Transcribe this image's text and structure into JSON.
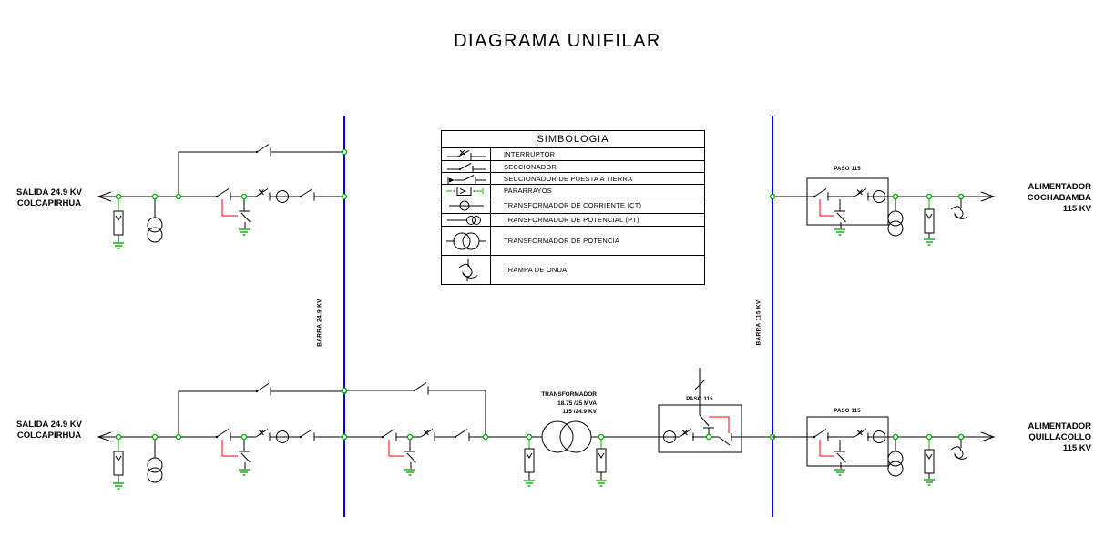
{
  "title": "DIAGRAMA UNIFILAR",
  "legend": {
    "title": "SIMBOLOGIA",
    "rows": [
      {
        "icon": "interruptor-icon",
        "label": "INTERRUPTOR"
      },
      {
        "icon": "seccionador-icon",
        "label": "SECCIONADOR"
      },
      {
        "icon": "seccionador-puesta-tierra-icon",
        "label": "SECCIONADOR DE PUESTA A TIERRA"
      },
      {
        "icon": "pararrayos-icon",
        "label": "PARARRAYOS"
      },
      {
        "icon": "transformador-corriente-icon",
        "label": "TRANSFORMADOR DE CORRIENTE  (CT)"
      },
      {
        "icon": "transformador-potencial-icon",
        "label": "TRANSFORMADOR DE POTENCIAL  (PT)"
      },
      {
        "icon": "transformador-potencia-icon",
        "label": "TRANSFORMADOR DE POTENCIA"
      },
      {
        "icon": "trampa-de-onda-icon",
        "label": "TRAMPA DE ONDA"
      }
    ]
  },
  "buses": {
    "left": {
      "label": "BARRA 24.9 KV"
    },
    "right": {
      "label": "BARRA 115 KV"
    }
  },
  "feeders": {
    "salida_top": {
      "line1": "SALIDA 24.9 KV",
      "line2": "COLCAPIRHUA"
    },
    "salida_bottom": {
      "line1": "SALIDA 24.9 KV",
      "line2": "COLCAPIRHUA"
    },
    "alimentador_top": {
      "line1": "ALIMENTADOR",
      "line2": "COCHABAMBA",
      "line3": "115 KV"
    },
    "alimentador_bottom": {
      "line1": "ALIMENTADOR",
      "line2": "QUILLACOLLO",
      "line3": "115 KV"
    }
  },
  "transformer": {
    "line1": "TRANSFORMADOR",
    "line2": "18.75 /25 MVA",
    "line3": "115 /24.9 KV"
  },
  "bays": {
    "paso_mid": "PASO 115",
    "paso_top_right": "PASO 115",
    "paso_bottom_right": "PASO 115"
  },
  "colors": {
    "bus": "#0000e0",
    "junction": "#00b000",
    "earth": "#00b000",
    "interlock": "#ff0000",
    "line": "#000000"
  }
}
